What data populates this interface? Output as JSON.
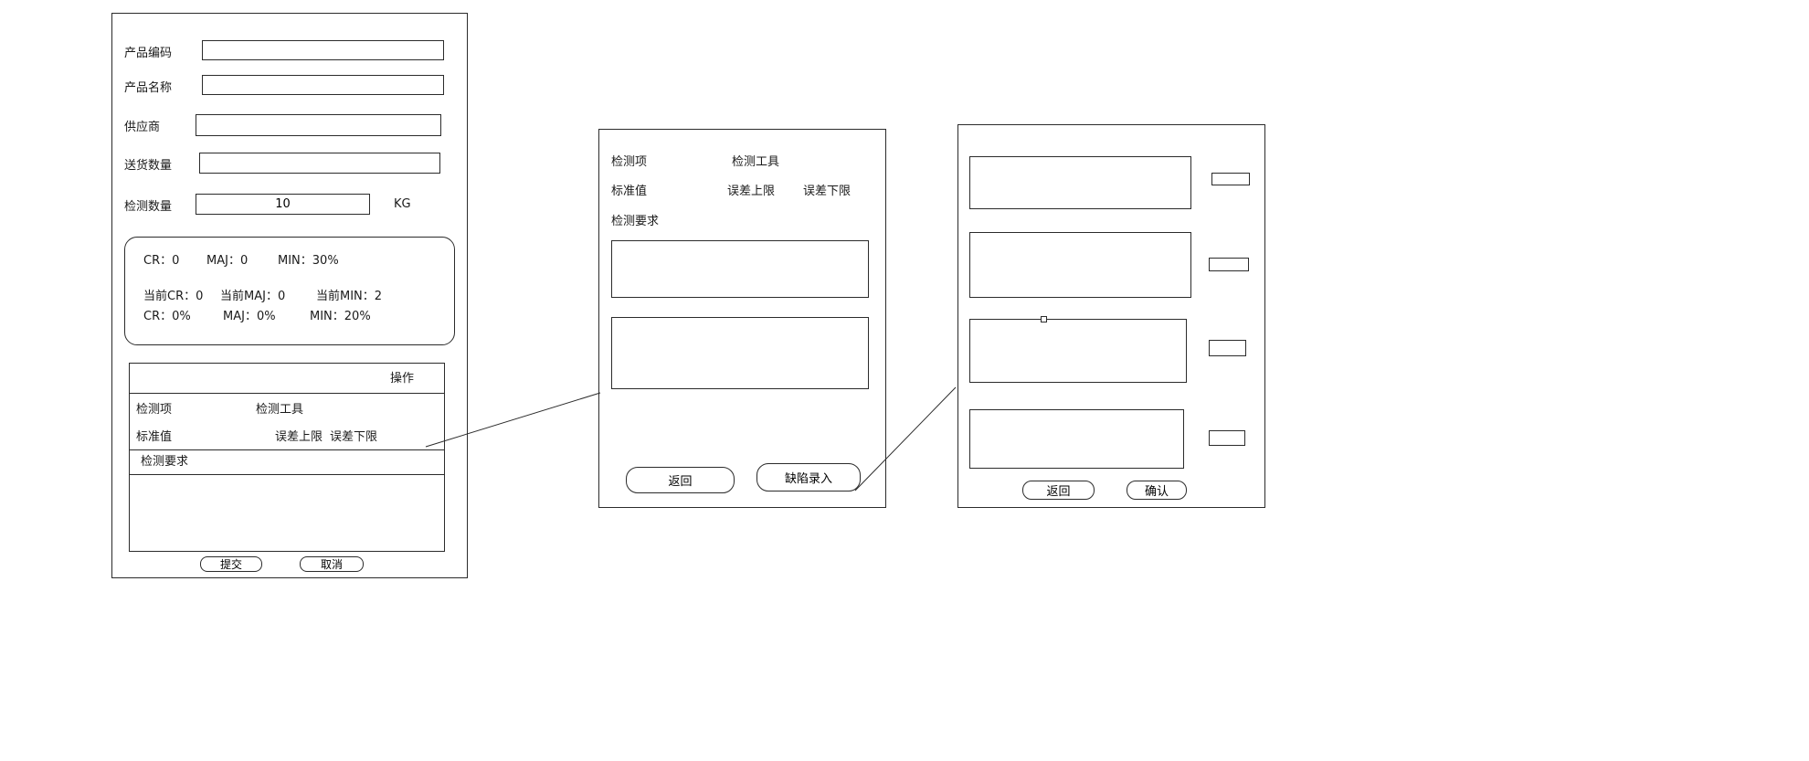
{
  "left_panel": {
    "fields": {
      "product_code_label": "产品编码",
      "product_name_label": "产品名称",
      "supplier_label": "供应商",
      "delivery_qty_label": "送货数量",
      "inspect_qty_label": "检测数量",
      "inspect_qty_value": "10",
      "inspect_qty_unit": "KG"
    },
    "stats": {
      "row1": [
        "CR：0",
        "MAJ：0",
        "MIN：30%"
      ],
      "row2": [
        "当前CR：0",
        "当前MAJ：0",
        "当前MIN：2"
      ],
      "row3": [
        "CR：0%",
        "MAJ：0%",
        "MIN：20%"
      ]
    },
    "table": {
      "operation_header": "操作",
      "inspect_item": "检测项",
      "inspect_tool": "检测工具",
      "standard_value": "标准值",
      "tolerance_upper": "误差上限",
      "tolerance_lower": "误差下限",
      "inspect_requirement": "检测要求"
    },
    "buttons": {
      "submit": "提交",
      "cancel": "取消"
    }
  },
  "middle_panel": {
    "labels": {
      "inspect_item": "检测项",
      "inspect_tool": "检测工具",
      "standard_value": "标准值",
      "tolerance_upper": "误差上限",
      "tolerance_lower": "误差下限",
      "inspect_requirement": "检测要求"
    },
    "buttons": {
      "back": "返回",
      "defect_entry": "缺陷录入"
    }
  },
  "right_panel": {
    "buttons": {
      "back": "返回",
      "confirm": "确认"
    }
  }
}
